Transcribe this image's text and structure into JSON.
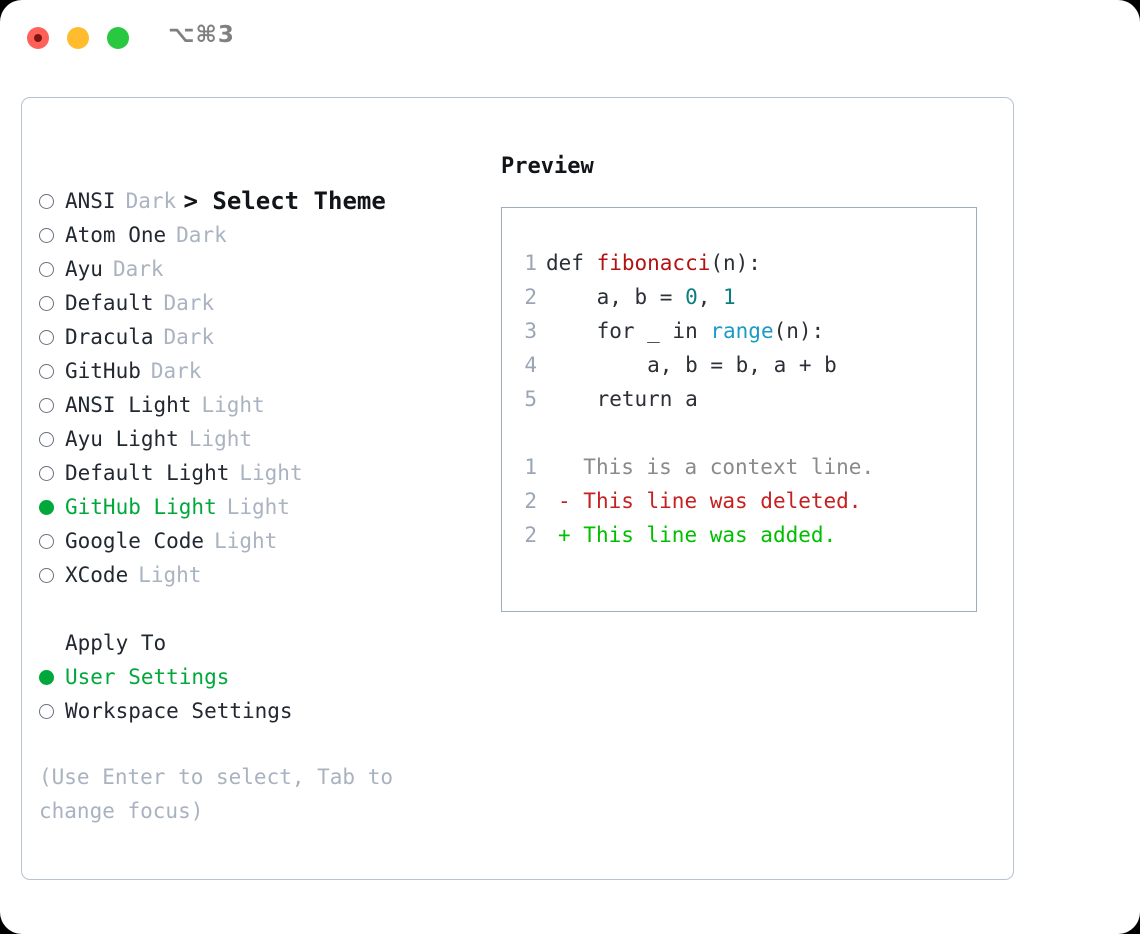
{
  "titlebar": {
    "shortcut": "⌥⌘3",
    "buttons": [
      {
        "name": "close",
        "color": "#ff6159"
      },
      {
        "name": "minimize",
        "color": "#ffbd2e"
      },
      {
        "name": "maximize",
        "color": "#28c840"
      }
    ]
  },
  "left": {
    "caret": ">",
    "title": "Select Theme",
    "themes": [
      {
        "name": "ANSI",
        "tag": "Dark",
        "selected": false
      },
      {
        "name": "Atom One",
        "tag": "Dark",
        "selected": false
      },
      {
        "name": "Ayu",
        "tag": "Dark",
        "selected": false
      },
      {
        "name": "Default",
        "tag": "Dark",
        "selected": false
      },
      {
        "name": "Dracula",
        "tag": "Dark",
        "selected": false
      },
      {
        "name": "GitHub",
        "tag": "Dark",
        "selected": false
      },
      {
        "name": "ANSI Light",
        "tag": "Light",
        "selected": false
      },
      {
        "name": "Ayu Light",
        "tag": "Light",
        "selected": false
      },
      {
        "name": "Default Light",
        "tag": "Light",
        "selected": false
      },
      {
        "name": "GitHub Light",
        "tag": "Light",
        "selected": true
      },
      {
        "name": "Google Code",
        "tag": "Light",
        "selected": false
      },
      {
        "name": "XCode",
        "tag": "Light",
        "selected": false
      }
    ],
    "apply": {
      "title": "Apply To",
      "options": [
        {
          "label": "User Settings",
          "selected": true
        },
        {
          "label": "Workspace Settings",
          "selected": false
        }
      ]
    },
    "hint": "(Use Enter to select, Tab to change focus)"
  },
  "right": {
    "title": "Preview",
    "code_lines": [
      {
        "number": "1",
        "tokens": [
          {
            "text": "def ",
            "type": "plain"
          },
          {
            "text": "fibonacci",
            "type": "fn"
          },
          {
            "text": "(n):",
            "type": "plain"
          }
        ]
      },
      {
        "number": "2",
        "tokens": [
          {
            "text": "    a, b = ",
            "type": "plain"
          },
          {
            "text": "0",
            "type": "num"
          },
          {
            "text": ", ",
            "type": "plain"
          },
          {
            "text": "1",
            "type": "num"
          }
        ]
      },
      {
        "number": "3",
        "tokens": [
          {
            "text": "    for _ in ",
            "type": "plain"
          },
          {
            "text": "range",
            "type": "call"
          },
          {
            "text": "(n):",
            "type": "plain"
          }
        ]
      },
      {
        "number": "4",
        "tokens": [
          {
            "text": "        a, b = b, a + b",
            "type": "plain"
          }
        ]
      },
      {
        "number": "5",
        "tokens": [
          {
            "text": "    return a",
            "type": "plain"
          }
        ]
      }
    ],
    "diff_lines": [
      {
        "number": "1",
        "marker": " ",
        "text": " This is a context line.",
        "kind": "context"
      },
      {
        "number": "2",
        "marker": "-",
        "text": " This line was deleted.",
        "kind": "deleted"
      },
      {
        "number": "2",
        "marker": "+",
        "text": " This line was added.",
        "kind": "added"
      }
    ]
  },
  "colors": {
    "accent_green": "#00a83c",
    "diff_add_green": "#00bf00",
    "diff_del_red": "#c62020",
    "function_red": "#b31212",
    "number_teal": "#0b7f80",
    "call_blue": "#1a9bc4",
    "muted_gray": "#aab3c0",
    "border": "#b9c2cf"
  }
}
